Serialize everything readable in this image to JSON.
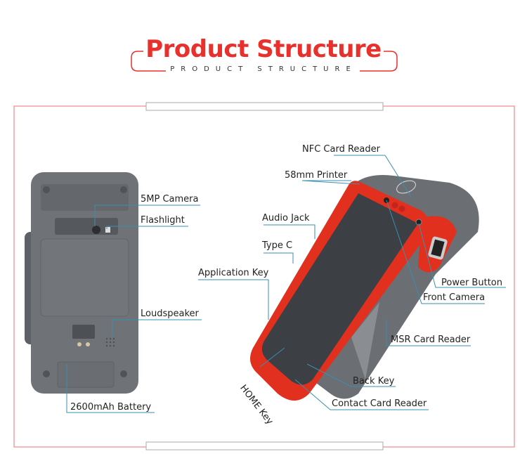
{
  "header": {
    "title": "Product Structure",
    "subtitle": "PRODUCT STRUCTURE"
  },
  "colors": {
    "accent": "#e8302c",
    "frame": "#f0a0a0",
    "leader": "#3a8fb0",
    "device_body": "#6b6e72",
    "device_red": "#e2301f"
  },
  "back_view_labels": {
    "camera": "5MP Camera",
    "flashlight": "Flashlight",
    "loudspeaker": "Loudspeaker",
    "battery": "2600mAh Battery"
  },
  "front_view_labels": {
    "nfc": "NFC Card Reader",
    "printer": "58mm Printer",
    "audio_jack": "Audio Jack",
    "type_c": "Type C",
    "application_key": "Application Key",
    "power_button": "Power Button",
    "front_camera": "Front Camera",
    "msr": "MSR Card Reader",
    "back_key": "Back Key",
    "home_key": "HOME Key",
    "contact_reader": "Contact Card Reader"
  }
}
